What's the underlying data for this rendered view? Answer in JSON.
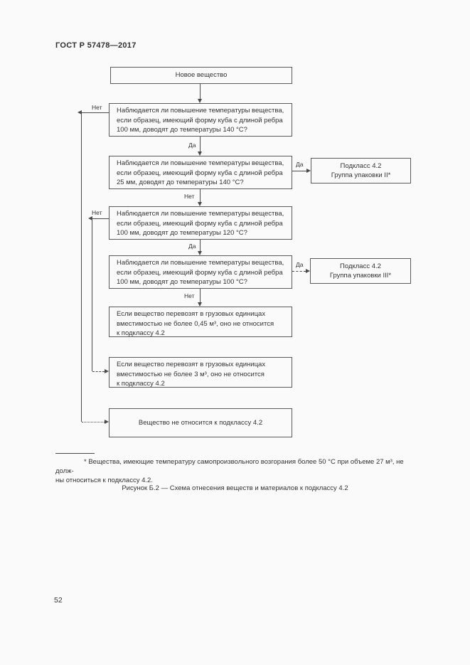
{
  "header": {
    "title": "ГОСТ Р 57478—2017"
  },
  "flowchart": {
    "edge_labels": {
      "yes": "Да",
      "no": "Нет"
    },
    "nodes": {
      "start": "Новое вещество",
      "q1": "Наблюдается ли повышение температуры вещества,\nесли образец, имеющий форму куба с длиной ребра\n100 мм, доводят до температуры 140 °С?",
      "q2": "Наблюдается ли повышение температуры вещества,\nесли образец, имеющий форму куба с длиной ребра\n25 мм, доводят до температуры 140 °С?",
      "q3": "Наблюдается ли повышение температуры вещества,\nесли образец, имеющий форму куба с длиной ребра\n100 мм, доводят до температуры 120 °С?",
      "q4": "Наблюдается ли повышение температуры вещества,\nесли образец, имеющий форму куба с длиной ребра\n100 мм, доводят до температуры 100 °С?",
      "result_045": "Если вещество перевозят в грузовых единицах\nвместимостью не более 0,45 м³, оно не относится\nк подклассу 4.2",
      "result_3": "Если вещество перевозят в грузовых единицах\nвместимостью не более 3 м³, оно не относится\nк подклассу 4.2",
      "not_subclass": "Вещество не относится к подклассу 4.2",
      "subclass_ii": "Подкласс 4.2\nГруппа упаковки II*",
      "subclass_iii": "Подкласс 4.2\nГруппа упаковки III*"
    }
  },
  "footnote": "* Вещества, имеющие температуру самопроизвольного возгорания более 50 °С при объеме 27 м³, не долж-\nны относиться к подклассу 4.2.",
  "caption": "Рисунок Б.2 — Схема отнесения веществ и материалов к подклассу 4.2",
  "page_number": "52",
  "colors": {
    "background": "#fafafa",
    "line": "#4a4a4a",
    "text": "#333333"
  }
}
